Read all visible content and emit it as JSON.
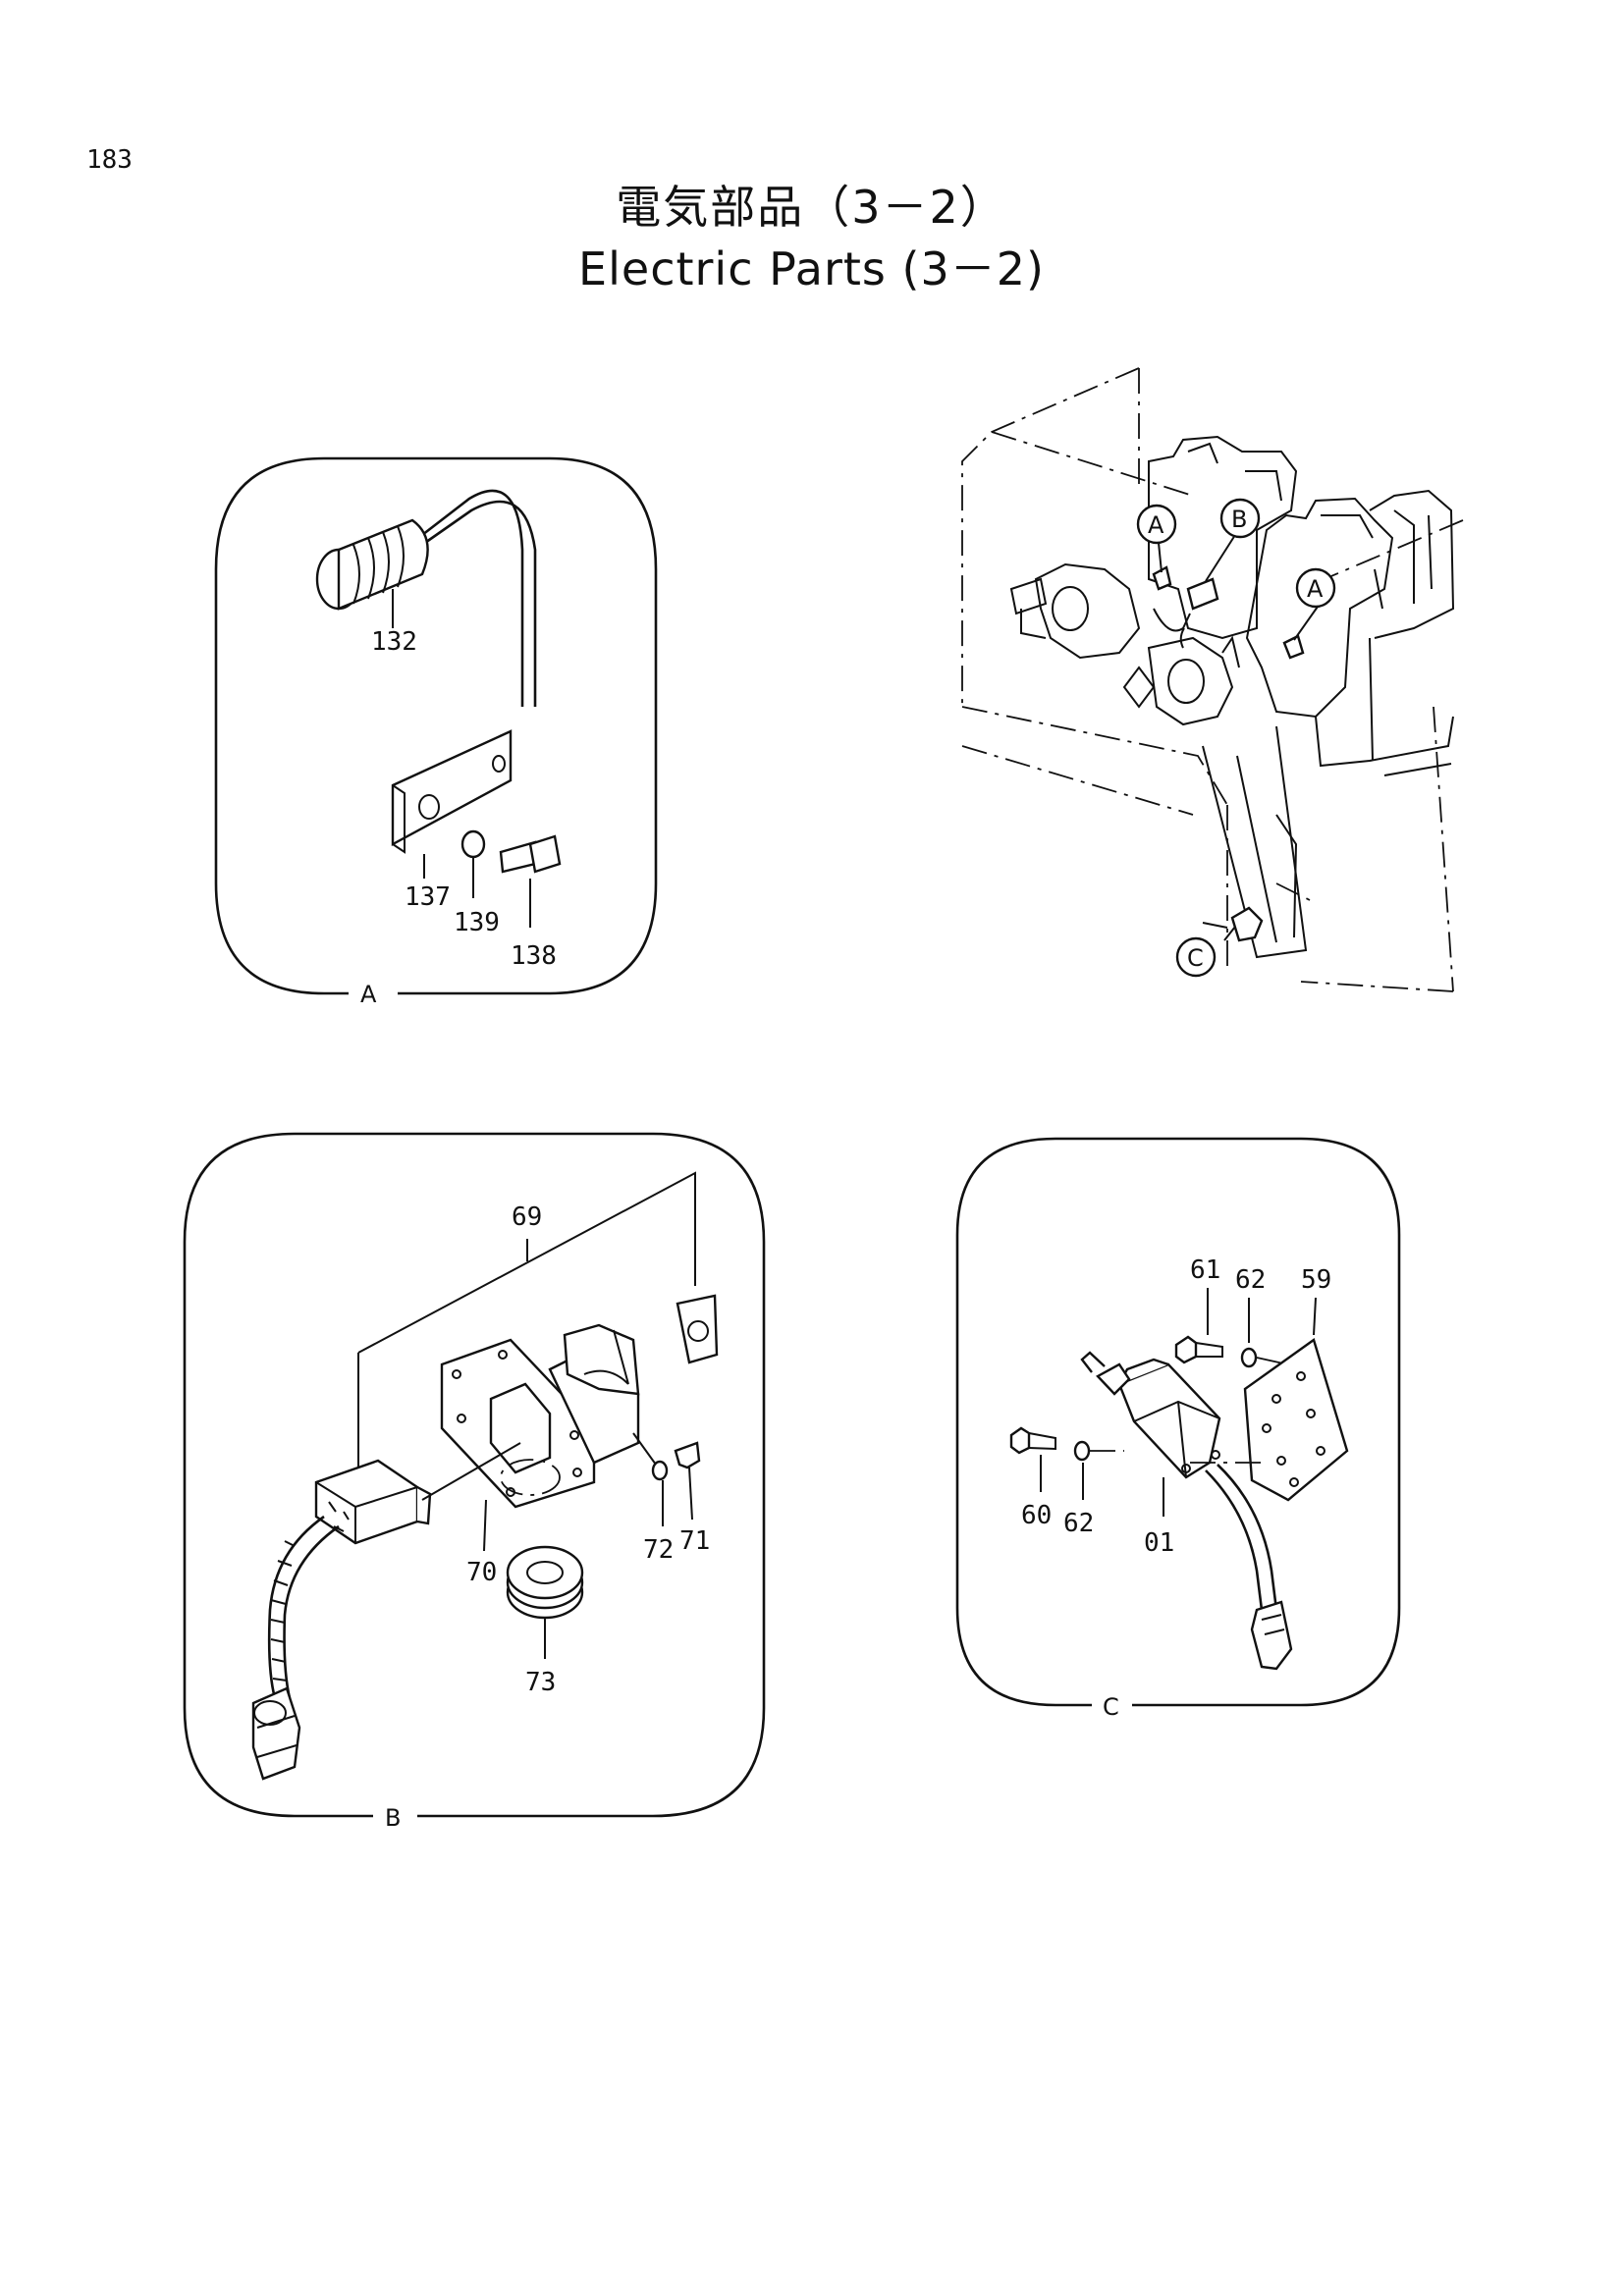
{
  "page": {
    "number": "183",
    "title_jp": "電気部品（3－2）",
    "title_en": "Electric Parts (3－2)"
  },
  "details": {
    "a": {
      "label": "A",
      "parts": [
        "132",
        "137",
        "139",
        "138"
      ]
    },
    "b": {
      "label": "B",
      "parts": [
        "69",
        "70",
        "72",
        "71",
        "73"
      ]
    },
    "c": {
      "label": "C",
      "parts": [
        "61",
        "62",
        "59",
        "60",
        "62",
        "01"
      ]
    }
  },
  "overview": {
    "callouts": [
      "A",
      "B",
      "A",
      "C"
    ]
  }
}
